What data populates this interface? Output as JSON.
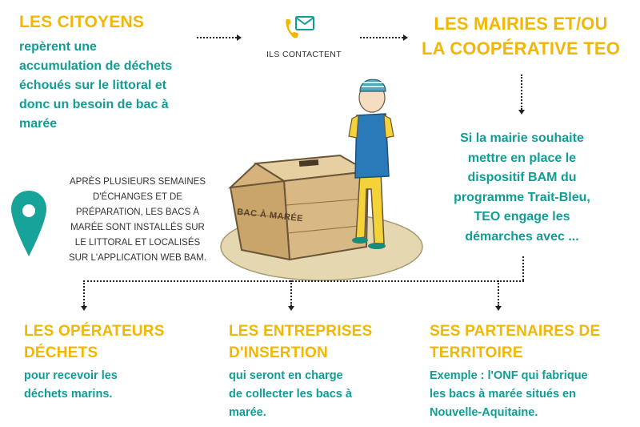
{
  "citoyens": {
    "title": "LES CITOYENS",
    "text": [
      "repèrent une",
      "accumulation de déchets",
      "échoués sur le littoral et",
      "donc un besoin de bac à",
      "marée"
    ]
  },
  "contact": {
    "label": "ILS CONTACTENT",
    "icon": "phone-envelope-icon"
  },
  "mairies": {
    "title_lines": [
      "LES MAIRIES ET/OU",
      "LA COOPÉRATIVE TEO"
    ]
  },
  "mairie_text": [
    "Si la mairie souhaite",
    "mettre en place le",
    "dispositif BAM du",
    "programme Trait-Bleu,",
    "TEO engage les",
    "démarches avec ..."
  ],
  "apres_text": [
    "APRÈS PLUSIEURS SEMAINES",
    "D'ÉCHANGES ET DE",
    "PRÉPARATION, LES BACS À",
    "MARÉE SONT INSTALLÉS SUR",
    "LE LITTORAL ET LOCALISÉS",
    "SUR L'APPLICATION WEB BAM."
  ],
  "box_label": "BAC À MARÉE",
  "bottom": [
    {
      "title_lines": [
        "LES OPÉRATEURS",
        "DÉCHETS"
      ],
      "text": [
        "pour recevoir les",
        "déchets marins."
      ]
    },
    {
      "title_lines": [
        "LES ENTREPRISES",
        "D'INSERTION"
      ],
      "text": [
        "qui seront en charge",
        "de collecter les bacs à",
        "marée."
      ]
    },
    {
      "title_lines": [
        "SES PARTENAIRES DE",
        "TERRITOIRE"
      ],
      "text": [
        "Exemple : l'ONF qui fabrique",
        "les bacs à marée situés en",
        "Nouvelle-Aquitaine."
      ]
    }
  ],
  "colors": {
    "yellow": "#f2b705",
    "teal": "#0f9e95",
    "sand": "#e5d8b0"
  }
}
